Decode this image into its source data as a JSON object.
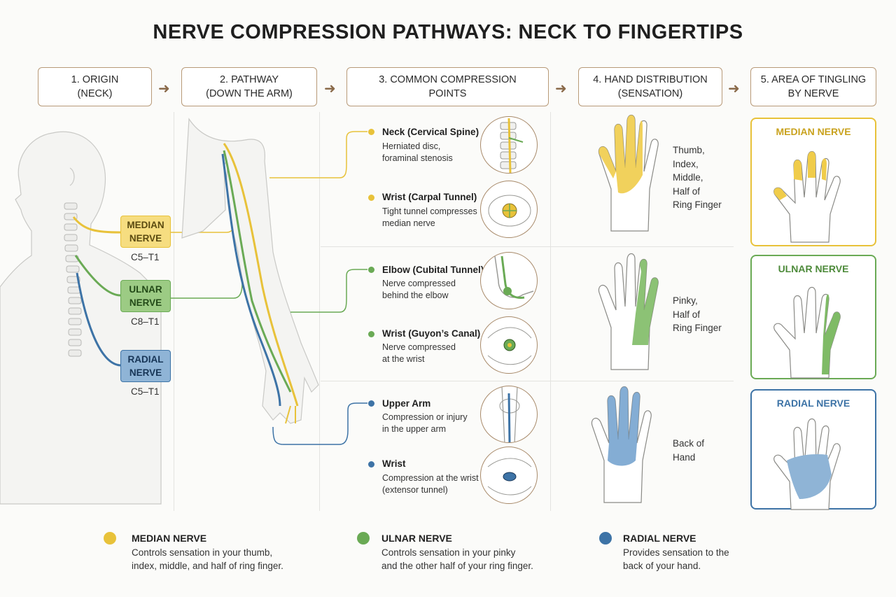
{
  "title": "NERVE COMPRESSION PATHWAYS: NECK TO FINGERTIPS",
  "colors": {
    "median": "#e8c23a",
    "ulnar": "#6aaa55",
    "radial": "#3d73a6",
    "median_light": "#f6dd80",
    "ulnar_light": "#9ccb84",
    "radial_light": "#8fb4d6",
    "frame": "#b89a78"
  },
  "steps": [
    {
      "label": "1. ORIGIN\n(NECK)"
    },
    {
      "label": "2. PATHWAY\n(DOWN THE ARM)"
    },
    {
      "label": "3. COMMON COMPRESSION\nPOINTS"
    },
    {
      "label": "4. HAND DISTRIBUTION\n(SENSATION)"
    },
    {
      "label": "5. AREA OF TINGLING\nBY NERVE"
    }
  ],
  "origin": {
    "nerves": [
      {
        "label": "MEDIAN\nNERVE",
        "root": "C5–T1"
      },
      {
        "label": "ULNAR\nNERVE",
        "root": "C8–T1"
      },
      {
        "label": "RADIAL\nNERVE",
        "root": "C5–T1"
      }
    ]
  },
  "compression_points": [
    {
      "title": "Neck (Cervical Spine)",
      "desc": "Herniated disc,\nforaminal stenosis",
      "nerve": "median"
    },
    {
      "title": "Wrist (Carpal Tunnel)",
      "desc": "Tight tunnel compresses\nmedian nerve",
      "nerve": "median"
    },
    {
      "title": "Elbow (Cubital Tunnel)",
      "desc": "Nerve compressed\nbehind the elbow",
      "nerve": "ulnar"
    },
    {
      "title": "Wrist (Guyon’s Canal)",
      "desc": "Nerve compressed\nat the wrist",
      "nerve": "ulnar"
    },
    {
      "title": "Upper Arm",
      "desc": "Compression or injury\nin the upper arm",
      "nerve": "radial"
    },
    {
      "title": "Wrist",
      "desc": "Compression at the wrist\n(extensor tunnel)",
      "nerve": "radial"
    }
  ],
  "distribution": [
    {
      "text": "Thumb,\nIndex,\nMiddle,\nHalf of\nRing Finger"
    },
    {
      "text": "Pinky,\nHalf of\nRing Finger"
    },
    {
      "text": "Back of\nHand"
    }
  ],
  "tingling_cards": [
    {
      "title": "MEDIAN NERVE"
    },
    {
      "title": "ULNAR NERVE"
    },
    {
      "title": "RADIAL NERVE"
    }
  ],
  "legend": [
    {
      "title": "MEDIAN NERVE",
      "desc": "Controls sensation in your thumb,\nindex, middle, and half of ring finger."
    },
    {
      "title": "ULNAR NERVE",
      "desc": "Controls sensation in your pinky\nand the other half of your ring finger."
    },
    {
      "title": "RADIAL NERVE",
      "desc": "Provides sensation to the\nback of your hand."
    }
  ]
}
